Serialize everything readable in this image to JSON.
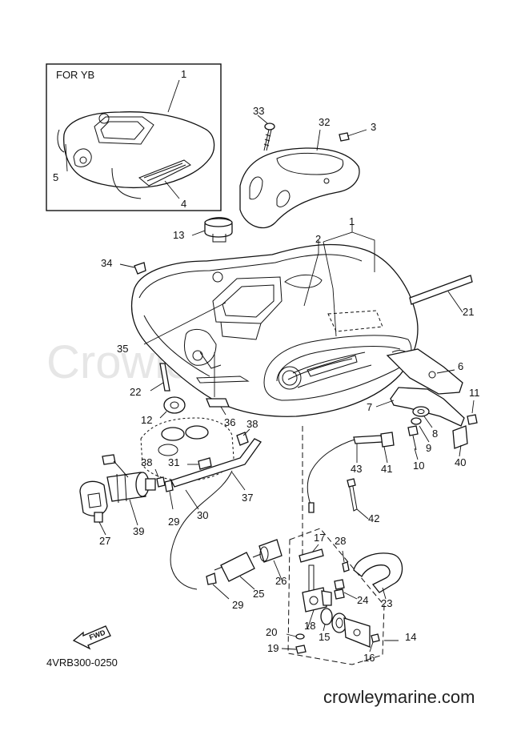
{
  "inset": {
    "title": "FOR YB"
  },
  "code": "4VRB300-0250",
  "fwd": "FWD",
  "website": "crowleymarine.com",
  "watermark": "Crowley Marine",
  "callouts": [
    {
      "n": "1"
    },
    {
      "n": "5"
    },
    {
      "n": "4"
    },
    {
      "n": "33"
    },
    {
      "n": "32"
    },
    {
      "n": "3"
    },
    {
      "n": "1"
    },
    {
      "n": "2"
    },
    {
      "n": "13"
    },
    {
      "n": "34"
    },
    {
      "n": "21"
    },
    {
      "n": "35"
    },
    {
      "n": "6"
    },
    {
      "n": "22"
    },
    {
      "n": "11"
    },
    {
      "n": "7"
    },
    {
      "n": "12"
    },
    {
      "n": "36"
    },
    {
      "n": "38"
    },
    {
      "n": "8"
    },
    {
      "n": "9"
    },
    {
      "n": "10"
    },
    {
      "n": "43"
    },
    {
      "n": "41"
    },
    {
      "n": "40"
    },
    {
      "n": "38"
    },
    {
      "n": "31"
    },
    {
      "n": "37"
    },
    {
      "n": "29"
    },
    {
      "n": "30"
    },
    {
      "n": "39"
    },
    {
      "n": "27"
    },
    {
      "n": "42"
    },
    {
      "n": "17"
    },
    {
      "n": "28"
    },
    {
      "n": "26"
    },
    {
      "n": "25"
    },
    {
      "n": "24"
    },
    {
      "n": "23"
    },
    {
      "n": "29"
    },
    {
      "n": "20"
    },
    {
      "n": "18"
    },
    {
      "n": "15"
    },
    {
      "n": "14"
    },
    {
      "n": "19"
    },
    {
      "n": "16"
    }
  ]
}
